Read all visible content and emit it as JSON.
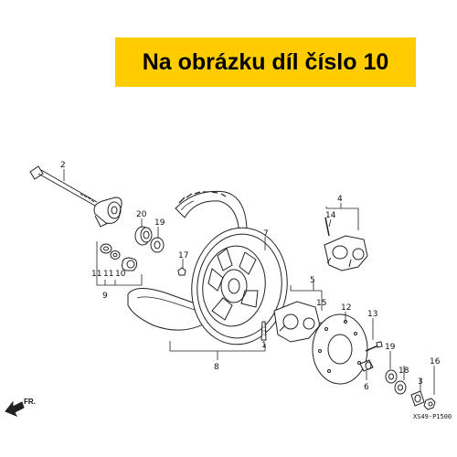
{
  "banner": {
    "text": "Na obrázku díl číslo 10",
    "color": "#ffcc00"
  },
  "diagram_code": "XS49-P1500",
  "direction_label": "FR.",
  "callouts": {
    "c1": "1",
    "c2": "2",
    "c3": "3",
    "c4": "4",
    "c5": "5",
    "c6": "6",
    "c7": "7",
    "c8": "8",
    "c9": "9",
    "c10": "10",
    "c11a": "11",
    "c11b": "11",
    "c12": "12",
    "c13": "13",
    "c14": "14",
    "c15": "15",
    "c16": "16",
    "c17": "17",
    "c18": "18",
    "c19a": "19",
    "c19b": "19",
    "c20": "20"
  }
}
